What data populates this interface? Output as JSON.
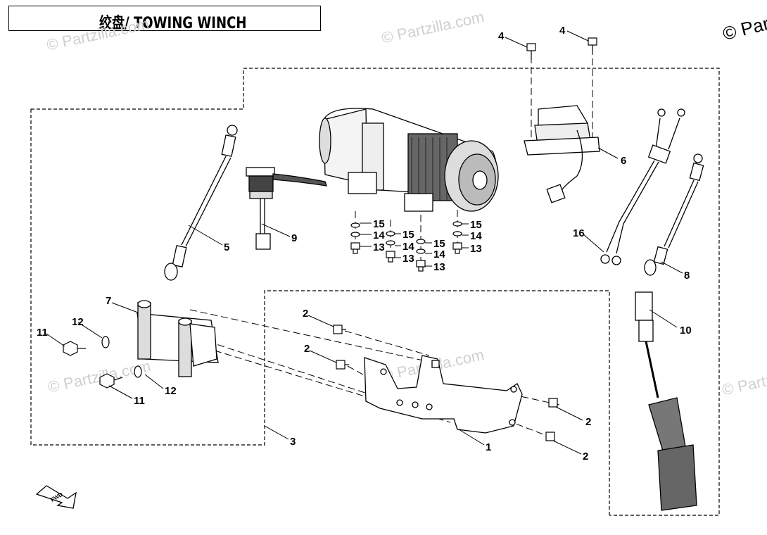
{
  "title": "绞盘/ TOWING WINCH",
  "watermark": "© Partzilla.com",
  "watermark_corner": "© Part",
  "fwd_label": "FWD",
  "callouts": {
    "c1": "1",
    "c2a": "2",
    "c2b": "2",
    "c2c": "2",
    "c2d": "2",
    "c3": "3",
    "c4a": "4",
    "c4b": "4",
    "c5": "5",
    "c6": "6",
    "c7": "7",
    "c8": "8",
    "c9": "9",
    "c10": "10",
    "c11a": "11",
    "c11b": "11",
    "c12a": "12",
    "c12b": "12",
    "c13a": "13",
    "c13b": "13",
    "c13c": "13",
    "c13d": "13",
    "c14a": "14",
    "c14b": "14",
    "c14c": "14",
    "c14d": "14",
    "c15a": "15",
    "c15b": "15",
    "c15c": "15",
    "c15d": "15",
    "c16": "16"
  }
}
